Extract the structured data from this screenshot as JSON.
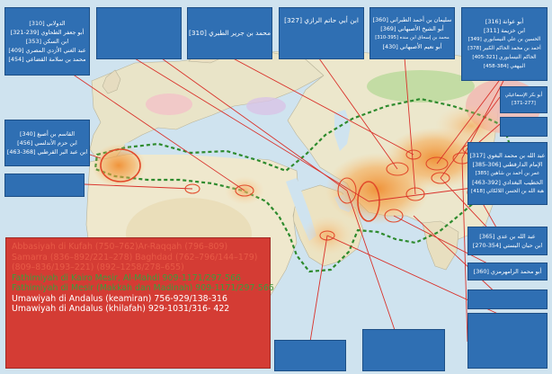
{
  "colors": {
    "sea": "#cfe3ef",
    "land": "#e9e4c8",
    "box_fill": "#2f6fb3",
    "legend_fill": "#d43c34",
    "boundary": "#2e8b2e",
    "connector": "#d9322b",
    "highlight": "#f29a35"
  },
  "boxes": {
    "top1": [
      "الدولابي [310]",
      "أبو جعفر الطحاوي [239-321]",
      "ابن السكن [353]",
      "عبد الغني الأزدي المصري [409]",
      "محمد بن سلامة القضاعي [454]"
    ],
    "top2": [],
    "top3": [
      "محمد بن جرير الطبري [310]"
    ],
    "top4": [
      "ابن أبي حاتم الرازي [327]"
    ],
    "top5": [
      "سليمان بن أحمد الطبراني [360]",
      "أبو الشيخ الأصبهاني [369]",
      "محمد بن إسحاق ابن منده [395-310]",
      "أبو نعيم الأصبهاني [430]"
    ],
    "top6": [
      "أبو عوانة [316]",
      "ابن خزيمة [311]",
      "الحسين بن علي النيسابوري [349]",
      "أحمد بن محمد الحاكم الكبير [378]",
      "الحاكم النيسابوري [321-405]",
      "البيهقي [384-458]"
    ],
    "right1": [
      "أبو بكر الإسماعيلي [277-371]"
    ],
    "right2": [],
    "right3": [
      "عبد الله بن محمد البغوي [317]",
      "الإمام الدارقطني [306-385]",
      "عمر بن أحمد بن شاهين [385]",
      "الخطيب البغدادي [392-463]",
      "هبة الله بن الحسن اللالكائي [418]"
    ],
    "right4": [
      "عبد الله بن عدي [365]",
      "ابن حبان البستي [354-270]"
    ],
    "right5": [
      "أبو محمد الرامهرمزي [360]"
    ],
    "right6": [],
    "right7": [],
    "left1": [
      "القاسم بن أصبغ [340]",
      "ابن حزم الأندلسي [456]",
      "ابن عبد البر القرطبي [368-463]"
    ],
    "left2": [],
    "bottom1": [],
    "bottom2": []
  },
  "legend": {
    "lines": [
      "Abbasiyah di Kufah (750–762)Ar-Raqqah (796–809)",
      "Samarra (836–892/221–278) Baghdad (762–796/144–179)",
      "(809–836/193–221) (892–1258/278–655)",
      "Fathimiyah di Kairo Mesir, Al-Mahdi  909-1171/297-566",
      "Fathimiyah di Mesir (Makkah dan Madinah) 909-1171/297-566",
      "Umawiyah di Andalus (keamiran)  756-929/138-316",
      "Umawiyah di Andalus (khilafah) 929-1031/316- 422"
    ],
    "line_colors": [
      "red",
      "red",
      "red",
      "green",
      "green",
      "white",
      "white"
    ]
  }
}
